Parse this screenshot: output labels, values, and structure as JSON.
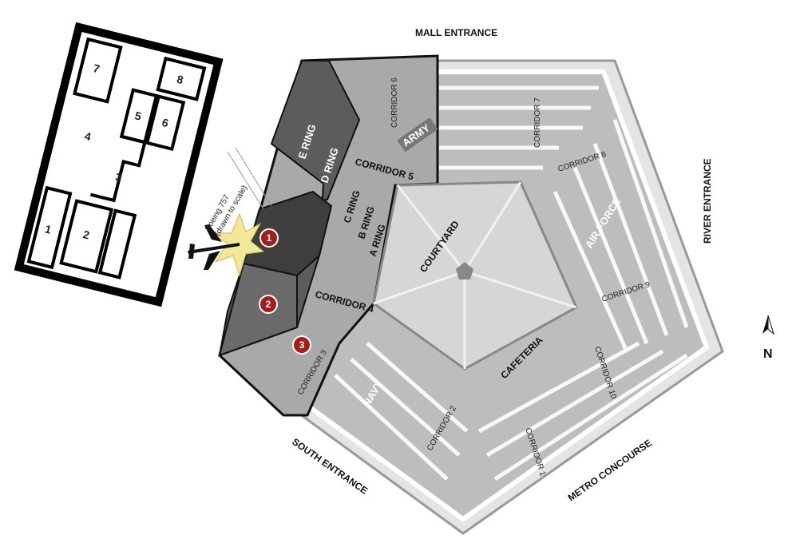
{
  "entrances": {
    "mall": "MALL ENTRANCE",
    "river": "RIVER ENTRANCE",
    "metro": "METRO CONCOURSE",
    "south": "SOUTH ENTRANCE"
  },
  "compass": "N",
  "courtyard": "COURTYARD",
  "wings": {
    "army": "ARMY",
    "air_force": "AIR FORCE",
    "navy": "NAVY",
    "cafeteria": "CAFETERIA"
  },
  "rings": {
    "e": "E RING",
    "d": "D RING",
    "c": "C RING",
    "b": "B RING",
    "a": "A RING"
  },
  "corridors": [
    "CORRIDOR 1",
    "CORRIDOR 2",
    "CORRIDOR 3",
    "CORRIDOR 4",
    "CORRIDOR 5",
    "CORRIDOR 6",
    "CORRIDOR 7",
    "CORRIDOR 8",
    "CORRIDOR 9",
    "CORRIDOR 10"
  ],
  "impact_markers": [
    "1",
    "2",
    "3"
  ],
  "plane_label": {
    "line1": "Boeing 757",
    "line2": "(drawn to scale)"
  },
  "inset_numbers": [
    "1",
    "2",
    "3",
    "4",
    "5",
    "6",
    "7",
    "8"
  ],
  "colors": {
    "marker": "#a31d1d",
    "impact_dark": "#4a4a4a",
    "impact_mid": "#6a6a6a",
    "wing_gray": "#b8b8b8"
  }
}
